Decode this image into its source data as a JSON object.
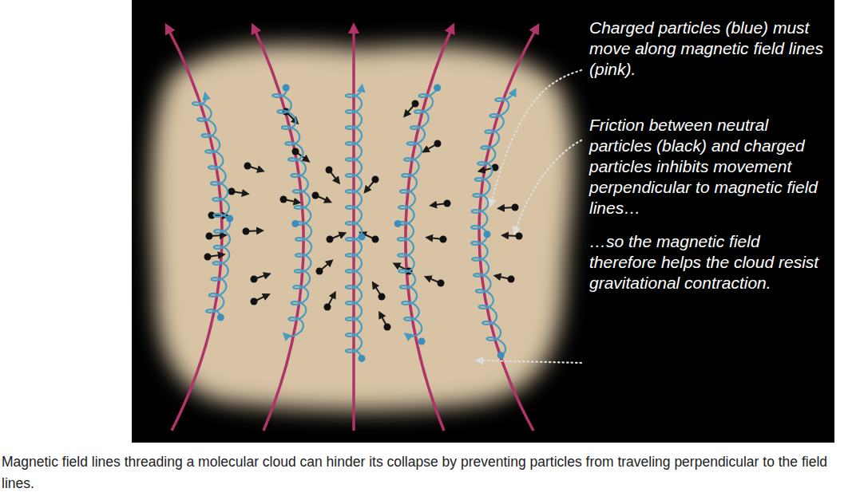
{
  "diagram": {
    "caption": "Magnetic field lines threading a molecular cloud can hinder its collapse by preventing particles from traveling perpendicular to the field lines.",
    "labels": [
      "Charged particles (blue) must move along magnetic field lines (pink).",
      "Friction between neutral particles (black) and charged particles inhibits movement perpendicular to magnetic field lines…",
      "…so the magnetic field therefore helps the cloud resist gravitational contraction."
    ]
  }
}
